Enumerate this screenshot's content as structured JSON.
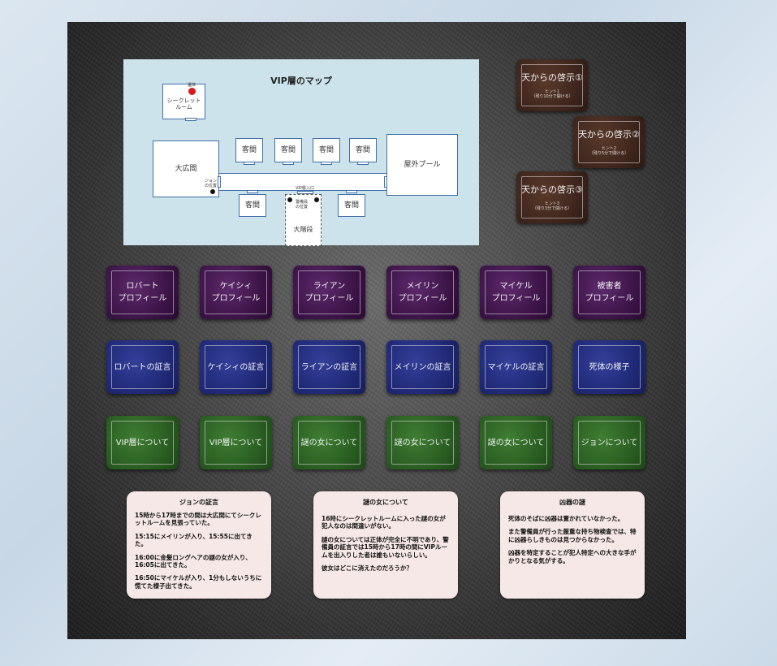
{
  "map": {
    "title": "VIP層のマップ",
    "rooms": {
      "secret_room_line1": "シークレット",
      "secret_room_line2": "ルーム",
      "great_hall": "大広間",
      "guest1": "客間",
      "guest2": "客間",
      "guest3": "客間",
      "guest4": "客間",
      "guest5": "客間",
      "guest6": "客間",
      "pool": "屋外プール",
      "stairs": "大階段"
    },
    "labels": {
      "body": "遺体",
      "john_line1": "ジョン",
      "john_line2": "の位置",
      "vip_entrance": "VIP層入口",
      "guard_line1": "警備員",
      "guard_line2": "の位置"
    }
  },
  "hints": [
    {
      "title": "天からの啓示①",
      "sub1": "ヒント1",
      "sub2": "（残り10分で開ける）"
    },
    {
      "title": "天からの啓示②",
      "sub1": "ヒント2",
      "sub2": "（残り5分で開ける）"
    },
    {
      "title": "天からの啓示③",
      "sub1": "ヒント3",
      "sub2": "（残り3分で開ける）"
    }
  ],
  "profiles": [
    {
      "l1": "ロバート",
      "l2": "プロフィール"
    },
    {
      "l1": "ケイシィ",
      "l2": "プロフィール"
    },
    {
      "l1": "ライアン",
      "l2": "プロフィール"
    },
    {
      "l1": "メイリン",
      "l2": "プロフィール"
    },
    {
      "l1": "マイケル",
      "l2": "プロフィール"
    },
    {
      "l1": "被害者",
      "l2": "プロフィール"
    }
  ],
  "testimonies": [
    "ロバートの証言",
    "ケイシィの証言",
    "ライアンの証言",
    "メイリンの証言",
    "マイケルの証言",
    "死体の様子"
  ],
  "topics": [
    "VIP層について",
    "VIP層について",
    "謎の女について",
    "謎の女について",
    "謎の女について",
    "ジョンについて"
  ],
  "notes": [
    {
      "title": "ジョンの証言",
      "paragraphs": [
        "15時から17時までの間は大広間にてシークレットルームを見張っていた。",
        "15:15にメイリンが入り、15:55に出てきた。",
        "16:00に金髪ロングヘアの謎の女が入り、16:05に出てきた。",
        "16:50にマイケルが入り、1分もしないうちに慌てた様子出てきた。"
      ]
    },
    {
      "title": "謎の女について",
      "paragraphs": [
        "16時にシークレットルームに入った謎の女が犯人なのは間違いがない。",
        "謎の女については正体が完全に不明であり、警備員の証言では15時から17時の間にVIPルームを出入りした者は誰もいないらしい。",
        "彼女はどこに消えたのだろうか？"
      ]
    },
    {
      "title": "凶器の謎",
      "paragraphs": [
        "死体のそばに凶器は置かれていなかった。",
        "また警備員が行った厳重な持ち物検査では、特に凶器らしきものは見つからなかった。",
        "凶器を特定することが犯人特定への大きな手がかりとなる気がする。"
      ]
    }
  ]
}
